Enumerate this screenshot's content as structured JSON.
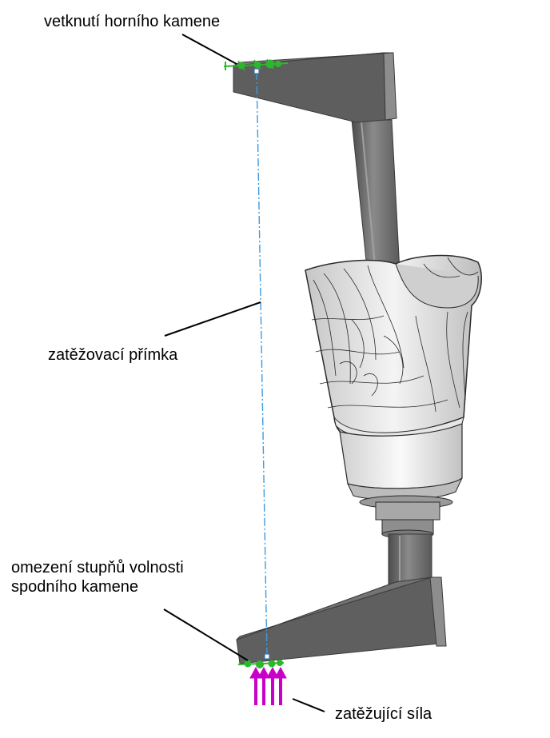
{
  "labels": {
    "top_fixture": "vetknutí horního kamene",
    "load_line": "zatěžovací přímka",
    "bottom_constraint_line1": "omezení stupňů volnosti",
    "bottom_constraint_line2": "spodního kamene",
    "load_force": "zatěžující síla"
  },
  "colors": {
    "background": "#ffffff",
    "fixture_marker": "#2bb82b",
    "force_arrow": "#c800c8",
    "load_line": "#3d9be0",
    "block_dark": "#5f5f5f",
    "block_light": "#8c8c8c",
    "cup_shell": "#d7d7d7",
    "mesh_line": "#2a2a2a"
  }
}
